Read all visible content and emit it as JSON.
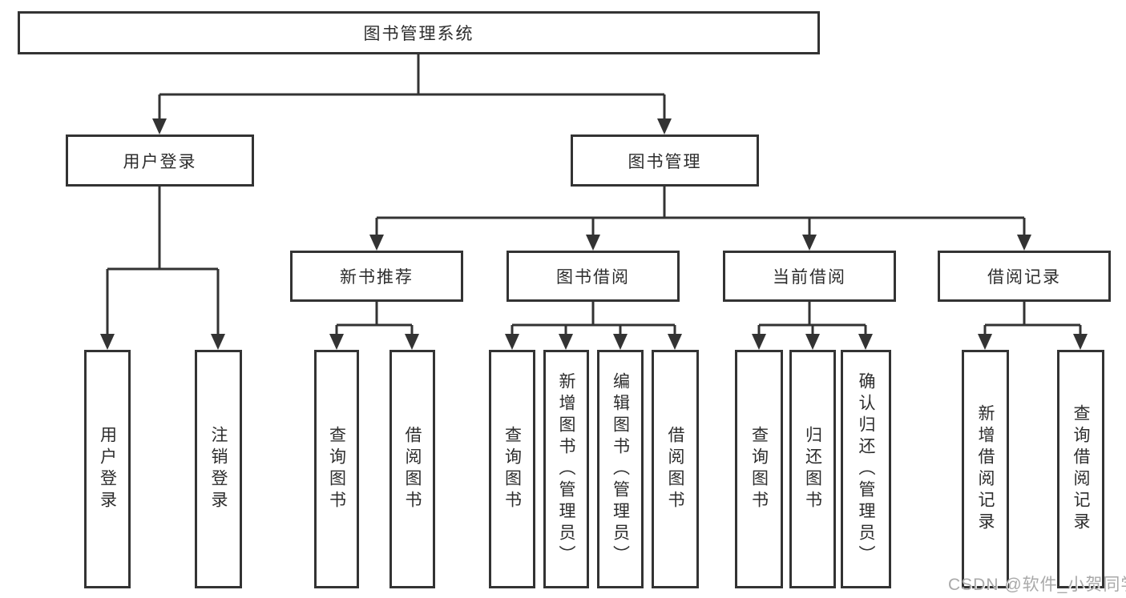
{
  "tree": {
    "root": {
      "label": "图书管理系统"
    },
    "level2": [
      {
        "label": "用户登录",
        "children": [
          {
            "label": "用户登录"
          },
          {
            "label": "注销登录"
          }
        ]
      },
      {
        "label": "图书管理",
        "children": [
          {
            "label": "新书推荐",
            "children": [
              {
                "label": "查询图书"
              },
              {
                "label": "借阅图书"
              }
            ]
          },
          {
            "label": "图书借阅",
            "children": [
              {
                "label": "查询图书"
              },
              {
                "label": "新增图书（管理员）"
              },
              {
                "label": "编辑图书（管理员）"
              },
              {
                "label": "借阅图书"
              }
            ]
          },
          {
            "label": "当前借阅",
            "children": [
              {
                "label": "查询图书"
              },
              {
                "label": "归还图书"
              },
              {
                "label": "确认归还（管理员）"
              }
            ]
          },
          {
            "label": "借阅记录",
            "children": [
              {
                "label": "新增借阅记录"
              },
              {
                "label": "查询借阅记录"
              }
            ]
          }
        ]
      }
    ]
  },
  "watermark": {
    "text": "CSDN @软件_小贺同学"
  },
  "colors": {
    "line": "#333333",
    "text": "#2d2d2d",
    "background": "#ffffff",
    "watermark": "#a9a9a9"
  }
}
